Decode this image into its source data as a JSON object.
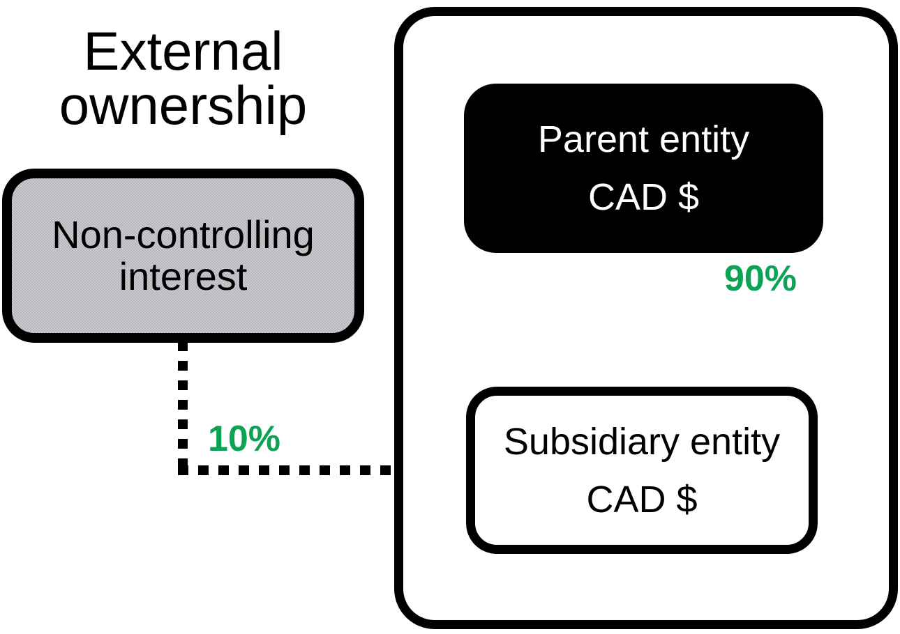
{
  "title": {
    "line1": "External",
    "line2": "ownership"
  },
  "nodes": {
    "non_controlling_interest": {
      "line1": "Non-controlling",
      "line2": "interest"
    },
    "parent_entity": {
      "line1": "Parent entity",
      "line2": "CAD $"
    },
    "subsidiary_entity": {
      "line1": "Subsidiary entity",
      "line2": "CAD $"
    }
  },
  "ownership": {
    "parent_share_label": "90%",
    "nci_share_label": "10%"
  },
  "colors": {
    "percentage_green": "#0ca355",
    "nci_box_fill": "#b5b5bc",
    "node_black": "#000000"
  }
}
